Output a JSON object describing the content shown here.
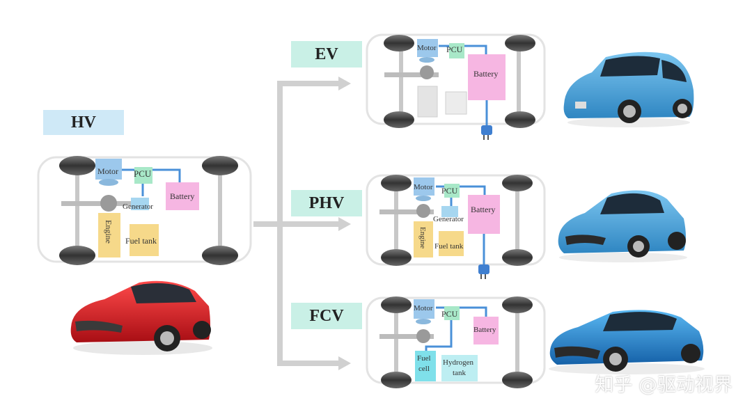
{
  "labels": {
    "hv": "HV",
    "ev": "EV",
    "phv": "PHV",
    "fcv": "FCV"
  },
  "hv": {
    "motor": "Motor",
    "pcu": "PCU",
    "generator": "Generator",
    "battery": "Battery",
    "engine": "Engine",
    "fuel_tank": "Fuel tank"
  },
  "ev": {
    "motor": "Motor",
    "pcu": "PCU",
    "battery": "Battery"
  },
  "phv": {
    "motor": "Motor",
    "pcu": "PCU",
    "generator": "Generator",
    "battery": "Battery",
    "engine": "Engine",
    "fuel_tank": "Fuel tank"
  },
  "fcv": {
    "motor": "Motor",
    "pcu": "PCU",
    "battery": "Battery",
    "fuel_cell_1": "Fuel",
    "fuel_cell_2": "cell",
    "hydrogen_1": "Hydrogen",
    "hydrogen_2": "tank"
  },
  "watermark": "知乎 @驱动视界",
  "colors": {
    "label_green": "#c9f0e6",
    "label_blue": "#cfe9f7",
    "arrow": "#d0d0d0",
    "motor": "#9cc8ec",
    "pcu": "#a8e8c8",
    "battery": "#f6b6e2",
    "engine": "#f6d98a",
    "fuel_cell": "#7fe0ea",
    "car_red": "#d9202a",
    "car_blue": "#4ea9dd"
  }
}
